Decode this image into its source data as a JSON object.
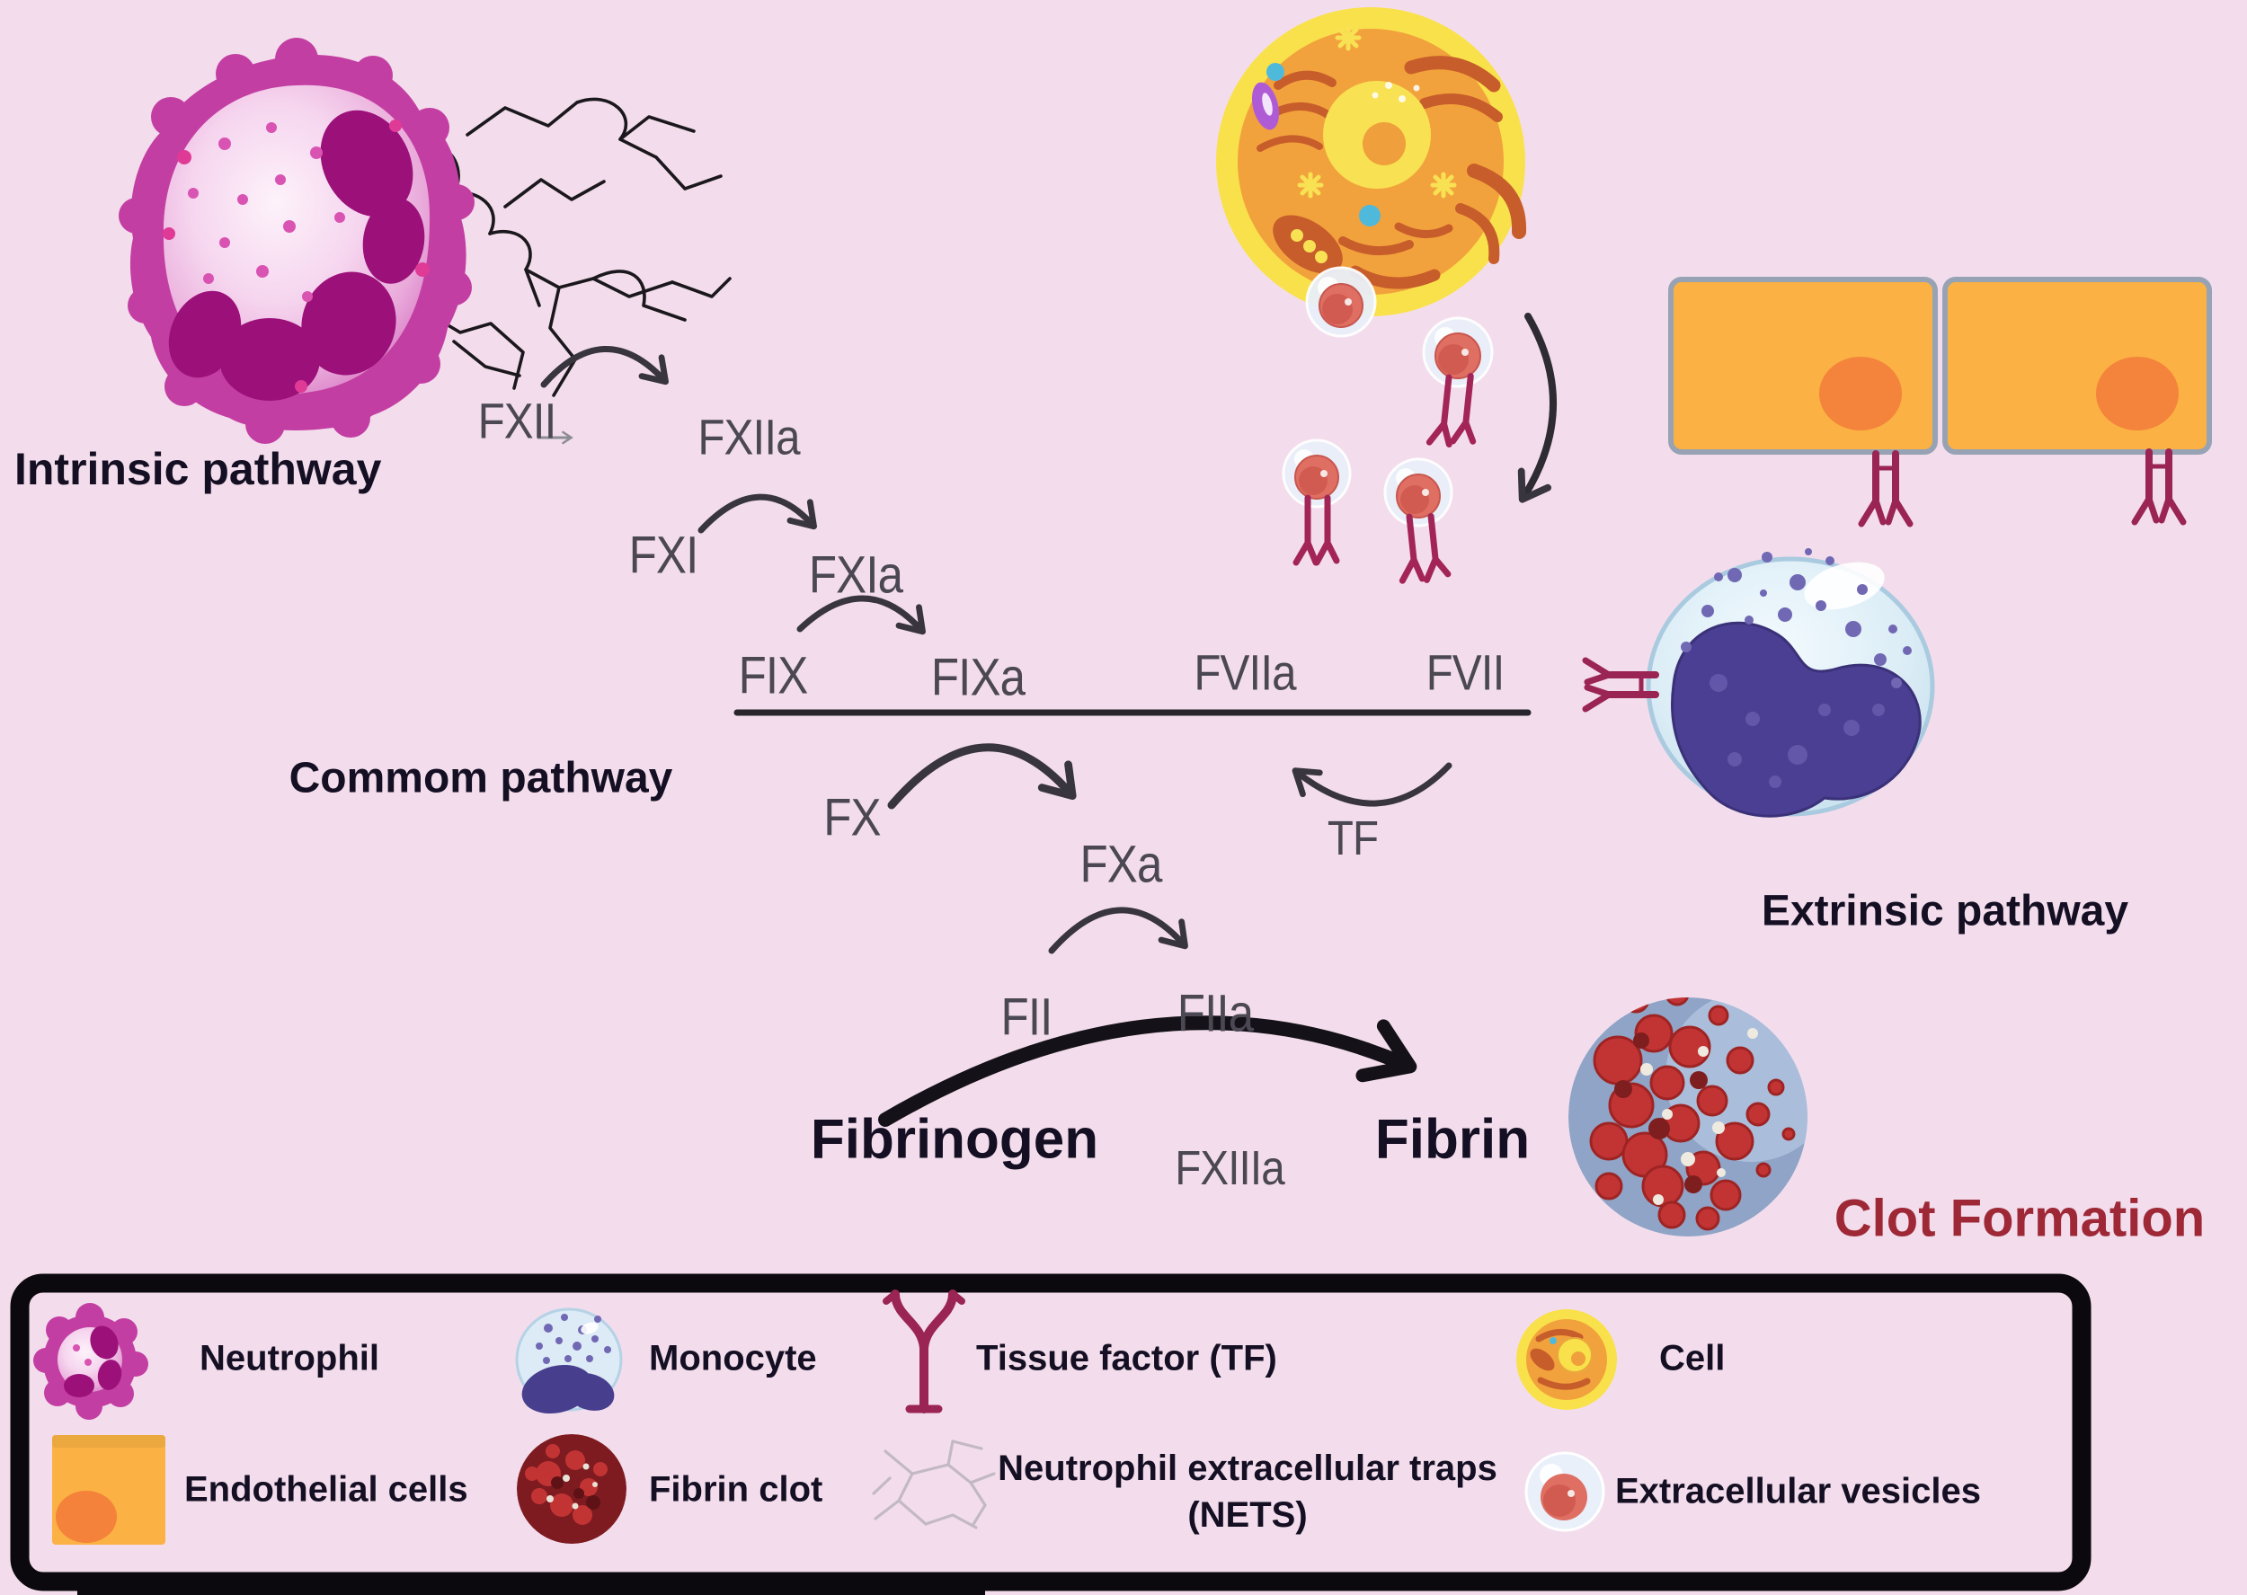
{
  "pathways": {
    "intrinsic": "Intrinsic pathway",
    "common": "Commom pathway",
    "extrinsic": "Extrinsic pathway"
  },
  "cascade": {
    "fxii": "FXII",
    "fxiia": "FXIIa",
    "fxi": "FXI",
    "fxia": "FXIa",
    "fix": "FIX",
    "fixa": "FIXa",
    "fviia": "FVIIa",
    "fvii": "FVII",
    "fx": "FX",
    "fxa": "FXa",
    "fii": "FII",
    "fiia": "FIIa",
    "fxiiia": "FXIIIa",
    "tf": "TF"
  },
  "products": {
    "fibrinogen": "Fibrinogen",
    "fibrin": "Fibrin",
    "clot_formation": "Clot Formation"
  },
  "legend": {
    "items": [
      {
        "id": "neutrophil",
        "icon": "neutrophil-icon",
        "label": "Neutrophil"
      },
      {
        "id": "monocyte",
        "icon": "monocyte-icon",
        "label": "Monocyte"
      },
      {
        "id": "tissue-factor",
        "icon": "tissue-factor-icon",
        "label": "Tissue factor (TF)"
      },
      {
        "id": "cell",
        "icon": "cell-icon",
        "label": "Cell"
      },
      {
        "id": "endothelial-cells",
        "icon": "endothelial-cells-icon",
        "label": "Endothelial cells"
      },
      {
        "id": "fibrin-clot",
        "icon": "fibrin-clot-icon",
        "label": "Fibrin clot"
      },
      {
        "id": "nets",
        "icon": "nets-icon",
        "label": "Neutrophil extracellular traps (NETS)"
      },
      {
        "id": "extracellular-vesicles",
        "icon": "extracellular-vesicles-icon",
        "label": "Extracellular vesicles"
      }
    ]
  },
  "colors": {
    "background": "#F3DDEC",
    "clot_formation_text": "#9E2836",
    "tissue_factor": "#9A2454",
    "neutrophil": "#C33EA2",
    "endothelial_fill": "#FBB143",
    "cell_body": "#F2A23C",
    "monocyte_nucleus": "#4A3F92",
    "arrow": "#38353E"
  }
}
